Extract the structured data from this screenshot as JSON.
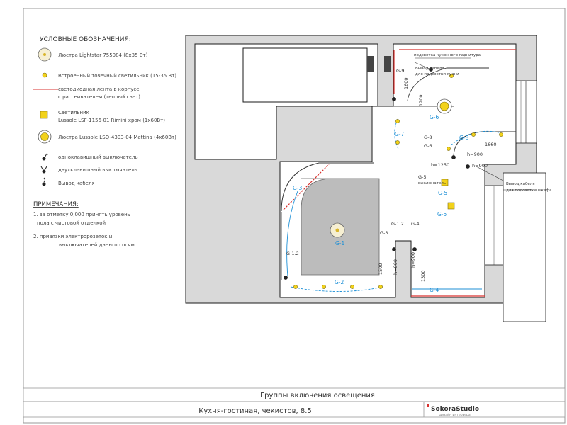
{
  "legend": {
    "title": "УСЛОВНЫЕ ОБОЗНАЧЕНИЯ:",
    "items": [
      {
        "label": "Люстра Lightstar 755084 (8х35 Вт)"
      },
      {
        "label": "Встроенный точечный светильник (15-35 Вт)"
      },
      {
        "label": "светодиодная лента в корпусе",
        "label2": "с рассеивателем (теплый свет)"
      },
      {
        "label": "Светильник",
        "label2": "Lussole LSF-1156-01 Rimini хром (1х60Вт)"
      },
      {
        "label": "Люстра Lussole LSQ-4303-04 Mattina (4х60Вт)"
      },
      {
        "label": "одноклавишный выключатель"
      },
      {
        "label": "двухклавишный выключатель"
      },
      {
        "label": "Вывод кабеля"
      }
    ]
  },
  "notes": {
    "title": "ПРИМЕЧАНИЯ:",
    "lines": [
      "1. за отметку 0,000 принять уровень",
      "пола с чистовой отделкой",
      "2. привязки электророзеток и",
      "выключателей даны по осям"
    ]
  },
  "plan": {
    "groups": {
      "g1": "G-1",
      "g2": "G-2",
      "g3": "G-3",
      "g4": "G-4",
      "g4b": "G-4",
      "g5a": "G-5",
      "g5b": "G-5",
      "g5c": "G-5",
      "g6": "G-6",
      "g7": "G-7",
      "g8a": "G-8",
      "g8b": "G-8",
      "g6b": "G-6",
      "g9": "G-9",
      "g12": "G-1.2",
      "g12b": "G-1.2",
      "g3b": "G-3"
    },
    "dims": {
      "d1660": "1660",
      "dh900": "h=900",
      "dh1250": "h=1250",
      "dh900b": "h=900",
      "d1500": "1500",
      "d1300": "1300",
      "dh900c": "h=900",
      "d1600": "1600",
      "d1200": "1200",
      "dh800": "h=800"
    },
    "annotations": {
      "ledtop": "подсветка кухонного гарнитура",
      "cable1": "Вывод кабеля",
      "cable1b": "для подсветки кухни",
      "cable2": "Вывод кабеля",
      "cable2b": "для подсветки шкафа",
      "small": "выключатель"
    }
  },
  "title_block": {
    "row1": "Группы включения освещения",
    "row2": "Кухня-гостиная, чекистов, 8.5",
    "logo": "SokoraStudio",
    "logo_sub": "дизайн интерьера"
  },
  "colors": {
    "wall": "#d9d9d9",
    "wall_stroke": "#1a1a1a",
    "accent_blue": "#1c8fd6",
    "led_red": "#d8322f",
    "lamp_yellow": "#f2d21a",
    "ceiling_gray": "#bcbcbc"
  }
}
